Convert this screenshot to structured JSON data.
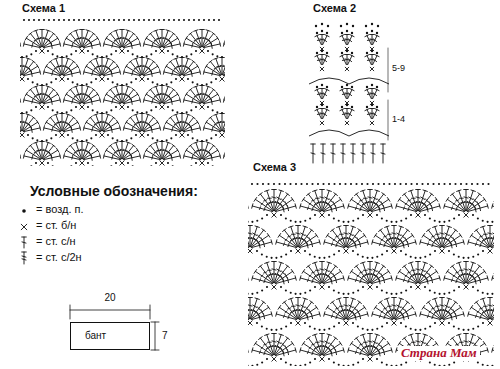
{
  "diagram": {
    "nodes": [
      {
        "text": [
          "бант"
        ]
      }
    ],
    "labels": [
      "Схема 1",
      "Схема 2",
      "5-9",
      "1-4",
      "Схема 3",
      "Условные обозначения:",
      "20",
      "7",
      "Страна Мам"
    ],
    "legend": [
      {
        "text": "= возд. п."
      },
      {
        "text": "= ст. б/н"
      },
      {
        "text": "= ст. с/н"
      },
      {
        "text": "= ст. с/2н"
      }
    ]
  }
}
